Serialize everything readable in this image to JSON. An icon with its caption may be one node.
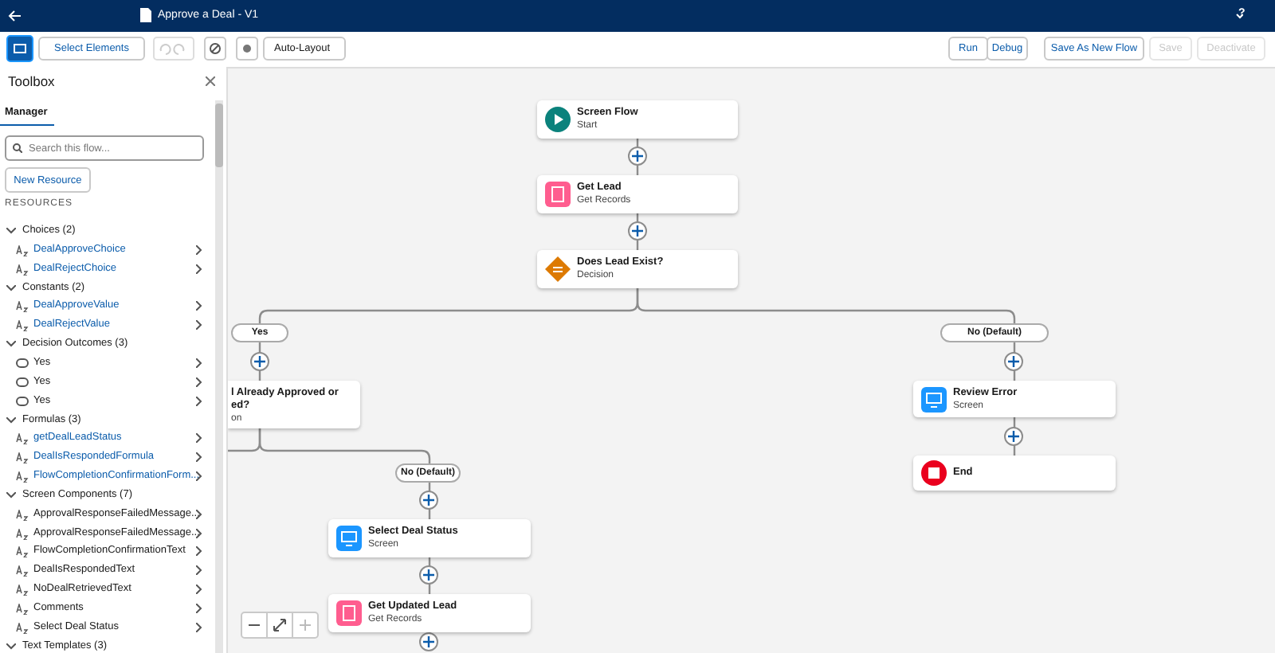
{
  "diagram": {
    "nodes": [
      {
        "text": [
          "Screen Flow",
          "Start"
        ]
      },
      {
        "text": [
          "Get Lead",
          "Get Records"
        ]
      },
      {
        "text": [
          "Does Lead Exist?",
          "Decision"
        ]
      },
      {
        "text": [
          "l Already Approved or ed?",
          "on"
        ]
      },
      {
        "text": [
          "Review Error",
          "Screen"
        ]
      },
      {
        "text": [
          "End"
        ]
      },
      {
        "text": [
          "Select Deal Status",
          "Screen"
        ]
      },
      {
        "text": [
          "Get Updated Lead",
          "Get Records"
        ]
      }
    ],
    "edges": [
      {
        "from": 0,
        "to": 1,
        "arrow": "none"
      },
      {
        "from": 1,
        "to": 2,
        "arrow": "none"
      },
      {
        "from": 2,
        "to": 3,
        "label": "Yes",
        "arrow": "none"
      },
      {
        "from": 2,
        "to": 4,
        "label": "No (Default)",
        "arrow": "none"
      },
      {
        "from": 4,
        "to": 5,
        "arrow": "none"
      },
      {
        "from": 3,
        "to": null,
        "arrow": "none"
      },
      {
        "from": 3,
        "to": 6,
        "label": "No (Default)",
        "arrow": "none"
      },
      {
        "from": 6,
        "to": 7,
        "arrow": "none"
      },
      {
        "from": 7,
        "to": null,
        "arrow": "none"
      }
    ],
    "labels": [
      "Approve a Deal - V1",
      "Select Elements",
      "Auto-Layout",
      "Run",
      "Debug",
      "Save As New Flow",
      "Save",
      "Deactivate",
      "?",
      "Toolbox",
      "Manager",
      "Search this flow...",
      "New Resource",
      "RESOURCES",
      "Choices (2)",
      "DealApproveChoice",
      "DealRejectChoice",
      "Constants (2)",
      "DealApproveValue",
      "DealRejectValue",
      "Decision Outcomes (3)",
      "Yes",
      "Yes",
      "Yes",
      "Formulas (3)",
      "getDealLeadStatus",
      "DealIsRespondedFormula",
      "FlowCompletionConfirmationForm...",
      "Screen Components (7)",
      "ApprovalResponseFailedMessage...",
      "ApprovalResponseFailedMessage...",
      "FlowCompletionConfirmationText",
      "DealIsRespondedText",
      "NoDealRetrievedText",
      "Comments",
      "Select Deal Status",
      "Text Templates (3)"
    ]
  }
}
